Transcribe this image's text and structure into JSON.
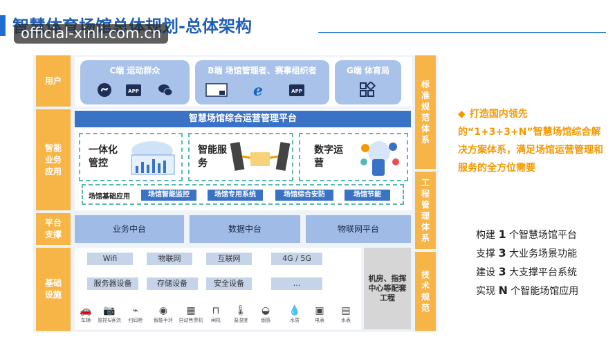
{
  "header": {
    "title": "智慧体育场馆总体规划-总体架构",
    "watermark": "official-xinli.com.cn"
  },
  "layers": {
    "user": "用户",
    "app": "智能业务应用",
    "platform": "平台支撑",
    "infra": "基础设施"
  },
  "right_columns": {
    "std": "标准规范体系",
    "eng": "工程管理体系",
    "tech": "技术规范"
  },
  "users": [
    {
      "title": "C端 运动群众",
      "icons": [
        "mini-program-icon",
        "app-icon",
        "wechat-icon"
      ]
    },
    {
      "title": "B端 场馆管理者、赛事组织者",
      "icons": [
        "pc-icon",
        "ie-icon",
        "app-icon"
      ]
    },
    {
      "title": "G端 体育局",
      "icons": [
        "grid-apps-icon"
      ]
    }
  ],
  "app_label": "APP",
  "platform_title": "智慧场馆综合运营管理平台",
  "apps": [
    {
      "name": "一体化管控"
    },
    {
      "name": "智能服务"
    },
    {
      "name": "数字运营"
    }
  ],
  "base_apps": {
    "label": "场馆基础应用",
    "chips": [
      "场馆智能监控",
      "场馆专用系统",
      "场馆综合安防",
      "场馆节能"
    ]
  },
  "middle": [
    "业务中台",
    "数据中台",
    "物联网平台"
  ],
  "infra": {
    "row1": [
      "Wifi",
      "物联网",
      "互联网",
      "4G / 5G"
    ],
    "row2": [
      "服务器设备",
      "存储设备",
      "安全设备",
      "..."
    ],
    "room": "机房、指挥中心等配套工程"
  },
  "devices": [
    "车辆",
    "监控&客流",
    "扫码枪",
    "智能手环",
    "自动售票机",
    "闸机",
    "温湿度",
    "烟感",
    "水质",
    "电表",
    "水表"
  ],
  "device_icons": [
    "car-icon",
    "camera-icon",
    "scanner-icon",
    "wristband-icon",
    "ticket-machine-icon",
    "gate-icon",
    "thermometer-icon",
    "smoke-detector-icon",
    "water-quality-icon",
    "electric-meter-icon",
    "water-meter-icon"
  ],
  "bullet": {
    "text": "打造国内领先的“1+3+3+N”智慧场馆综合解决方案体系，满足场馆运营管理和服务的全方位需要"
  },
  "summary": [
    {
      "pre": "构建 ",
      "num": "1",
      "post": " 个智慧场馆平台"
    },
    {
      "pre": "支撑 ",
      "num": "3",
      "post": " 大业务场景功能"
    },
    {
      "pre": "建设 ",
      "num": "3",
      "post": " 大支撑平台系统"
    },
    {
      "pre": "实现 ",
      "num": "N",
      "post": " 个智能场馆应用"
    }
  ],
  "colors": {
    "accent": "#1f6fd1",
    "orange": "#f7b547",
    "platform_blue": "#3a72c6",
    "dash_teal": "#57b9b1"
  }
}
